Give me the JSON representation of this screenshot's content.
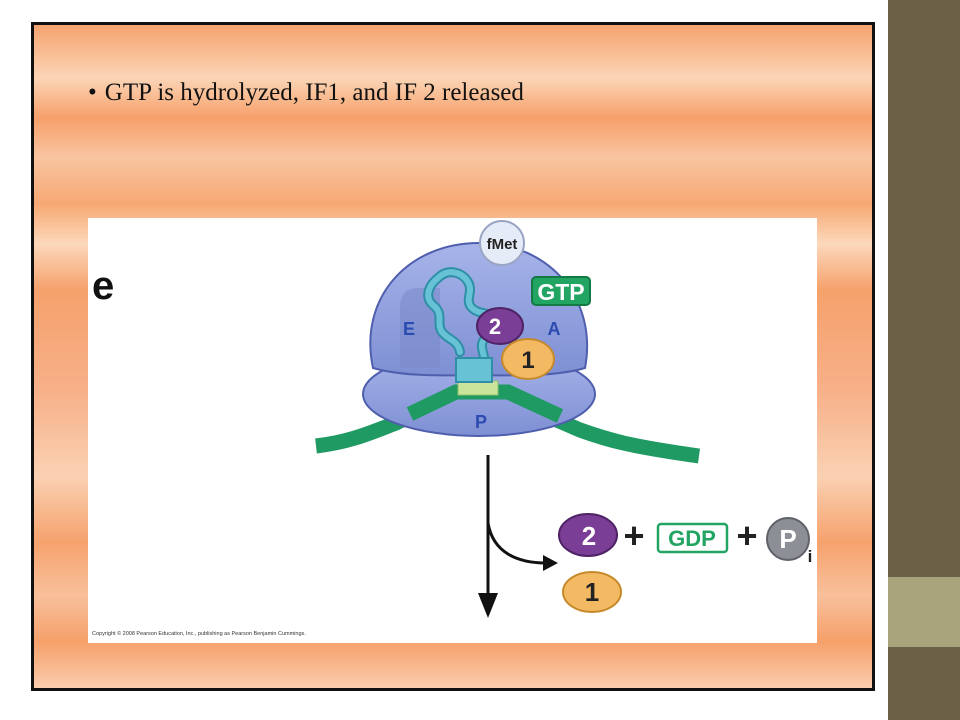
{
  "slide": {
    "bullet_text": "GTP is hydrolyzed, IF1, and IF 2 released",
    "bullet_marker": "•"
  },
  "figure": {
    "panel_letter": "e",
    "labels": {
      "fmet": "fMet",
      "gtp": "GTP",
      "e_site": "E",
      "a_site": "A",
      "p_site": "P",
      "if2": "2",
      "if1": "1"
    },
    "products": {
      "if2": "2",
      "plus1": "+",
      "gdp": "GDP",
      "plus2": "+",
      "pi_main": "P",
      "pi_sub": "i",
      "if1": "1"
    },
    "copyright": "Copyright © 2008 Pearson Education, Inc., publishing as Pearson Benjamin Cummings."
  },
  "colors": {
    "slide_background": "#f6a36f",
    "right_band": "#6b6147",
    "right_block": "#a9a47c",
    "ribosome": "#8f9fdc",
    "mrna": "#1f9a63",
    "trna": "#66c2d4",
    "if2": "#7a3e96",
    "if1": "#f4b963",
    "gtp": "#22a463",
    "pi": "#8c8f95"
  }
}
